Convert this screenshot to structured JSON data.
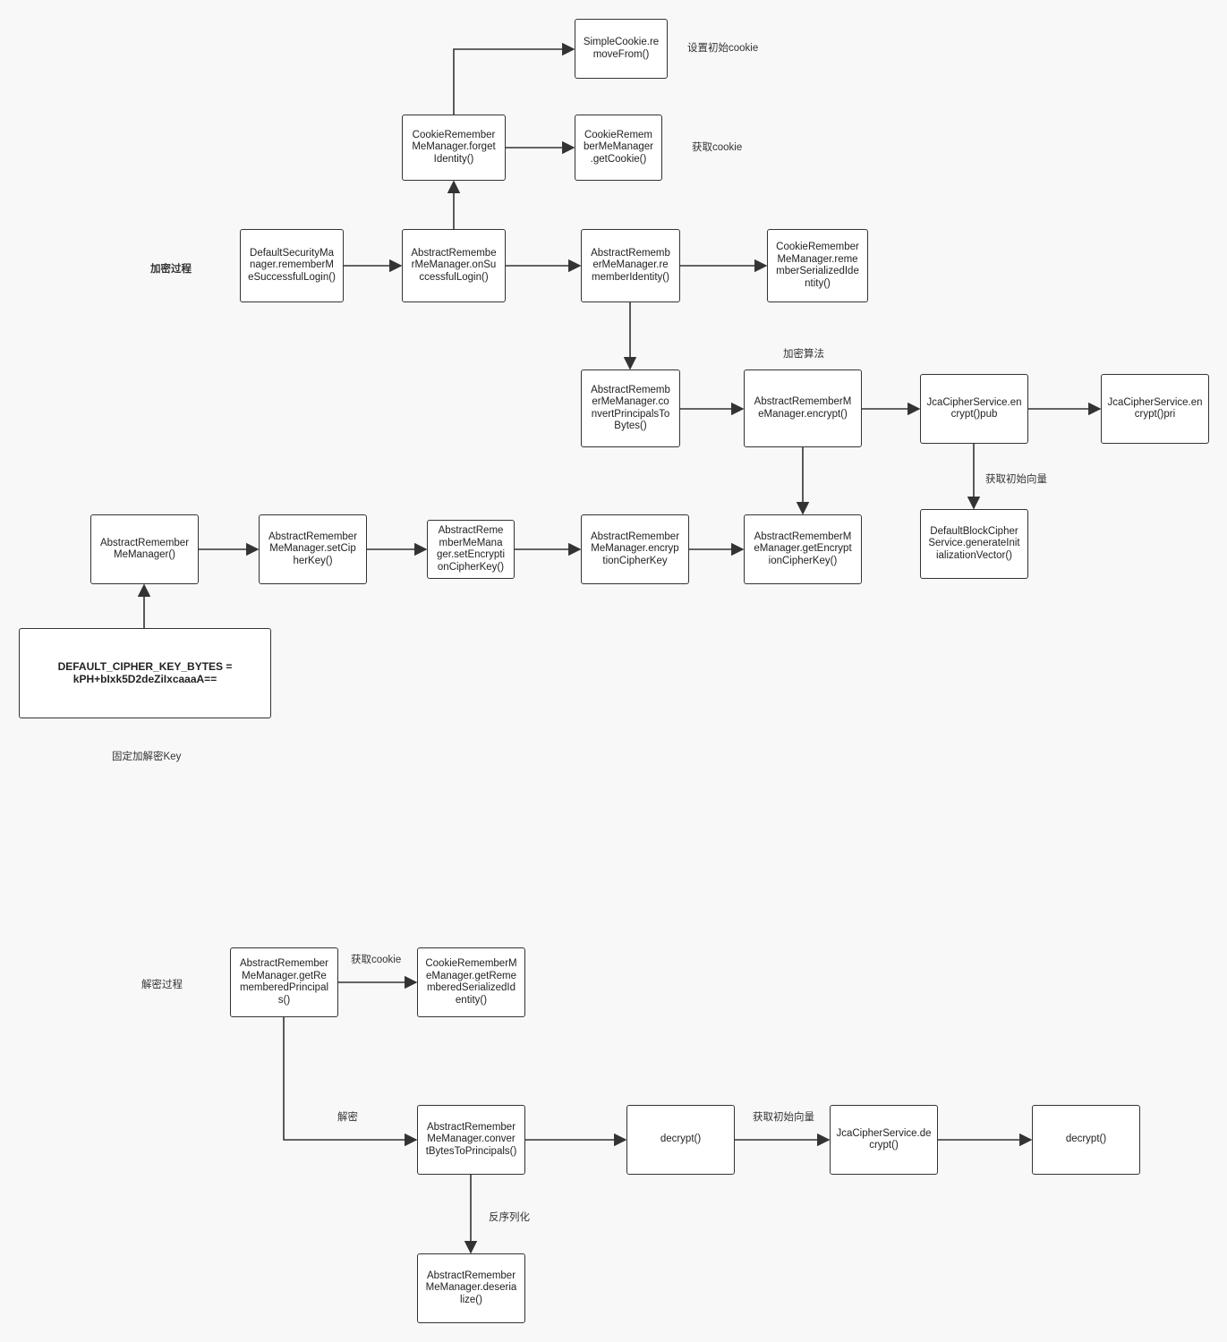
{
  "sections": {
    "encrypt_title": "加密过程",
    "decrypt_title": "解密过程"
  },
  "nodes": {
    "simplecookie_removefrom": "SimpleCookie.re\nmoveFrom()",
    "forget_identity": "CookieRemember\nMeManager.forget\nIdentity()",
    "get_cookie": "CookieRemem\nberMeManager\n.getCookie()",
    "default_security_manager": "DefaultSecurityMa\nnager.rememberM\neSuccessfulLogin()",
    "on_successful_login": "AbstractRemembe\nrMeManager.onSu\nccessfulLogin()",
    "remember_identity": "AbstractRememb\nerMeManager.re\nmemberIdentity()",
    "remember_serialized_identity": "CookieRemember\nMeManager.reme\nmberSerializedIde\nntity()",
    "convert_principals_to_bytes": "AbstractRememb\nerMeManager.co\nnvertPrincipalsTo\nBytes()",
    "encrypt": "AbstractRememberM\neManager.encrypt()",
    "jca_encrypt_pub": "JcaCipherService.en\ncrypt()pub",
    "jca_encrypt_pri": "JcaCipherService.en\ncrypt()pri",
    "generate_iv": "DefaultBlockCipher\nService.generateInit\nializationVector()",
    "remember_me_manager_ctor": "AbstractRemember\nMeManager()",
    "set_cipher_key": "AbstractRemember\nMeManager.setCip\nherKey()",
    "set_encryption_cipher_key": "AbstractReme\nmberMeMana\nger.setEncrypti\nonCipherKey()",
    "encryption_cipher_key": "AbstractRemember\nMeManager.encryp\ntionCipherKey",
    "get_encryption_cipher_key": "AbstractRememberM\neManager.getEncrypt\nionCipherKey()",
    "default_cipher_key_bytes": "DEFAULT_CIPHER_KEY_BYTES =\nkPH+bIxk5D2deZiIxcaaaA==",
    "get_remembered_principals": "AbstractRemember\nMeManager.getRe\nmemberedPrincipal\ns()",
    "get_remembered_serialized_identity": "CookieRememberM\neManager.getReme\nmberedSerializedId\nentity()",
    "convert_bytes_to_principals": "AbstractRemember\nMeManager.conver\ntBytesToPrincipals()",
    "decrypt_1": "decrypt()",
    "jca_decrypt": "JcaCipherService.de\ncrypt()",
    "decrypt_2": "decrypt()",
    "deserialize": "AbstractRemember\nMeManager.deseria\nlize()"
  },
  "annotations": {
    "set_initial_cookie": "设置初始cookie",
    "get_cookie_1": "获取cookie",
    "encryption_algorithm": "加密算法",
    "get_iv_1": "获取初始向量",
    "fixed_key": "固定加解密Key",
    "get_cookie_2": "获取cookie",
    "decrypt_edge": "解密",
    "get_iv_2": "获取初始向量",
    "deserialize_edge": "反序列化"
  },
  "colors": {
    "background": "#f8f8f8",
    "node_fill": "#ffffff",
    "stroke": "#333333"
  }
}
